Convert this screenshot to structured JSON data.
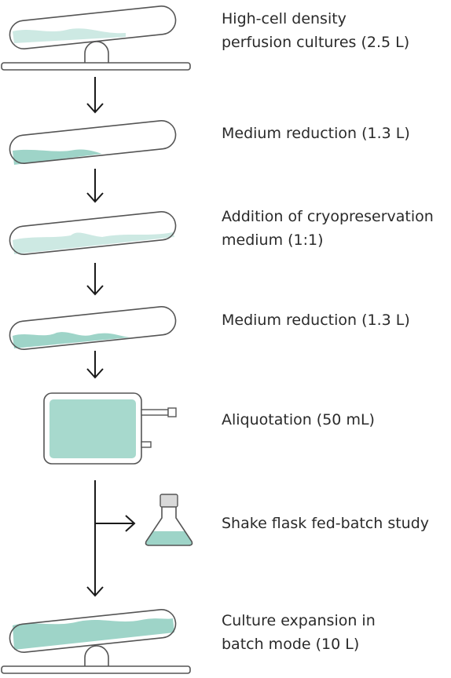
{
  "colors": {
    "stroke": "#555555",
    "liquid_dark": "#9ed4c8",
    "liquid_light": "#cde9e3",
    "bag_fill": "#a7d9cd",
    "cap": "#d9d9d9",
    "arrow": "#1a1a1a",
    "text": "#2a2a2a"
  },
  "steps": [
    {
      "line1": "High-cell density",
      "line2": "perfusion cultures (2.5 L)",
      "icon": "rocking-bioreactor-bag-icon"
    },
    {
      "line1": "Medium reduction (1.3 L)",
      "icon": "tilted-tube-icon"
    },
    {
      "line1": "Addition of cryopreservation",
      "line2": "medium (1:1)",
      "icon": "tilted-tube-icon"
    },
    {
      "line1": "Medium reduction (1.3 L)",
      "icon": "tilted-tube-icon"
    },
    {
      "line1": "Aliquotation (50 mL)",
      "icon": "cryobag-icon"
    },
    {
      "line1": "Shake flask fed-batch study",
      "icon": "shake-flask-icon"
    },
    {
      "line1": "Culture expansion in",
      "line2": "batch mode (10 L)",
      "icon": "rocking-bioreactor-bag-icon"
    }
  ]
}
